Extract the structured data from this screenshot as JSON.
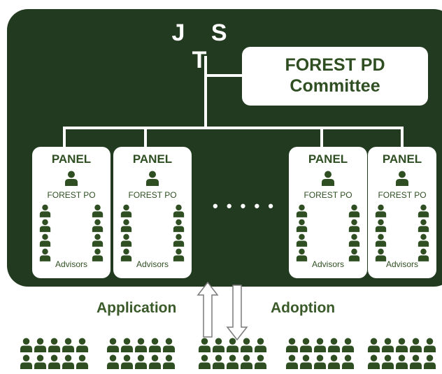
{
  "org": {
    "name": "J S T"
  },
  "committee": {
    "line1": "FOREST PD",
    "line2": "Committee"
  },
  "panels": [
    {
      "title": "PANEL",
      "po_label": "FOREST PO",
      "advisors_label": "Advisors"
    },
    {
      "title": "PANEL",
      "po_label": "FOREST PO",
      "advisors_label": "Advisors"
    },
    {
      "title": "PANEL",
      "po_label": "FOREST PO",
      "advisors_label": "Advisors"
    },
    {
      "title": "PANEL",
      "po_label": "FOREST PO",
      "advisors_label": "Advisors"
    }
  ],
  "ellipsis": "• • • • •",
  "flow": {
    "application": "Application",
    "adoption": "Adoption"
  },
  "icons": {
    "person": "person-icon",
    "up_arrow": "application-arrow-icon",
    "down_arrow": "adoption-arrow-icon"
  },
  "colors": {
    "dark_green": "#223a1f",
    "text_green": "#2f4f22",
    "white": "#ffffff"
  }
}
